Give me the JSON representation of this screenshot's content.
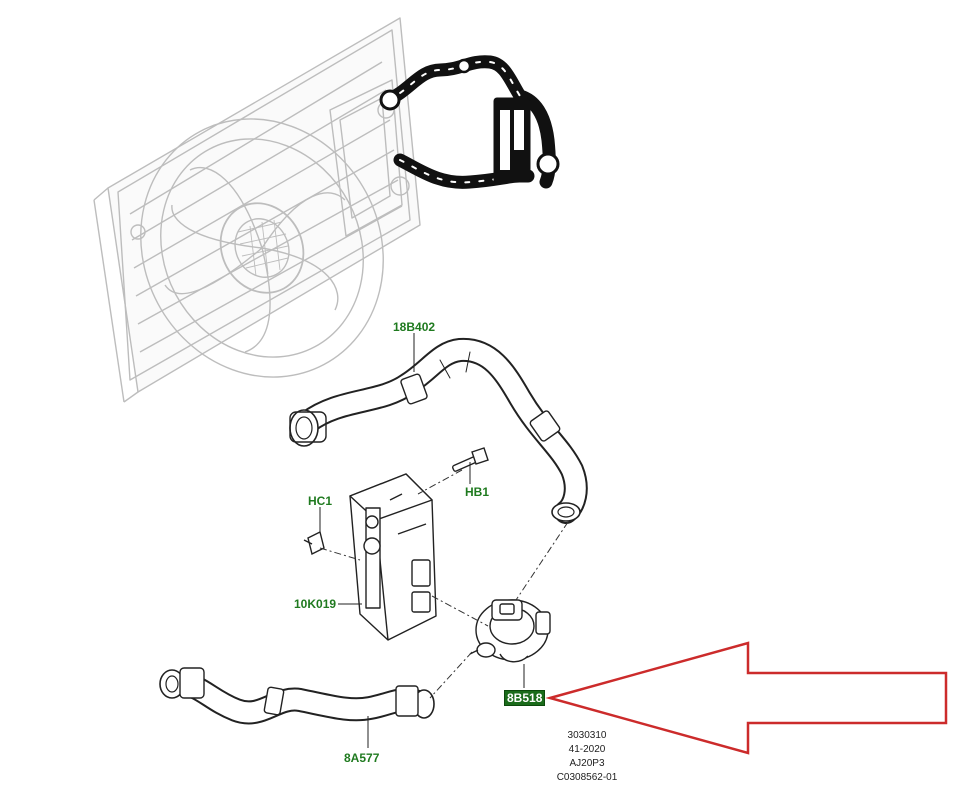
{
  "labels": {
    "hose_upper": "18B402",
    "bolt": "HB1",
    "clip": "HC1",
    "bracket": "10K019",
    "pump": "8B518",
    "hose_lower": "8A577"
  },
  "reference_codes": [
    "3030310",
    "41-2020",
    "AJ20P3",
    "C0308562-01"
  ],
  "colors": {
    "label_text": "#1f7a1f",
    "highlight_bg": "#1a6b1a",
    "highlight_text": "#ffffff",
    "arrow_outline": "#cc2b2b",
    "line_art": "#222222",
    "faded_art": "#bdbdbd",
    "hose_dark": "#111111"
  }
}
